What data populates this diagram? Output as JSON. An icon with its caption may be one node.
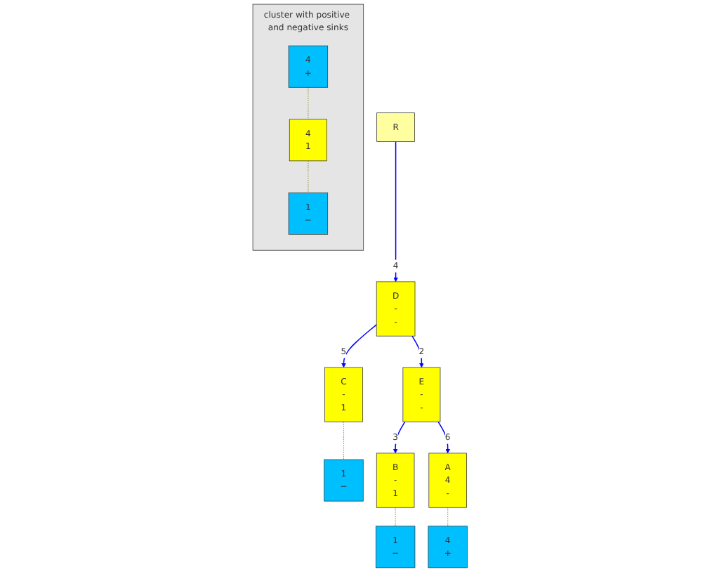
{
  "diagram": {
    "nodes": [
      {
        "text": [
          "R"
        ]
      },
      {
        "text": [
          "D",
          "-",
          "-"
        ]
      },
      {
        "text": [
          "C",
          "-",
          "1"
        ]
      },
      {
        "text": [
          "1",
          "−"
        ]
      },
      {
        "text": [
          "E",
          "-",
          "-"
        ]
      },
      {
        "text": [
          "B",
          "-",
          "1"
        ]
      },
      {
        "text": [
          "1",
          "−"
        ]
      },
      {
        "text": [
          "A",
          "4",
          "-"
        ]
      },
      {
        "text": [
          "4",
          "+"
        ]
      },
      {
        "text": [
          "cluster with positive and negative sinks"
        ]
      },
      {
        "text": [
          "4",
          "+"
        ],
        "in": 9
      },
      {
        "text": [
          "4",
          "1"
        ],
        "in": 9
      },
      {
        "text": [
          "1",
          "−"
        ],
        "in": 9
      }
    ],
    "edges": [
      {
        "from": 0,
        "to": 1,
        "arrow": "to",
        "label": "4"
      },
      {
        "from": 1,
        "to": 2,
        "arrow": "to",
        "label": "5"
      },
      {
        "from": 1,
        "to": 4,
        "arrow": "to",
        "label": "2"
      },
      {
        "from": 4,
        "to": 5,
        "arrow": "to",
        "label": "3"
      },
      {
        "from": 4,
        "to": 7,
        "arrow": "to",
        "label": "6"
      },
      {
        "from": 2,
        "to": 3,
        "arrow": "none",
        "style": "dashed",
        "color": "#a09a40"
      },
      {
        "from": 5,
        "to": 6,
        "arrow": "none",
        "style": "dashed",
        "color": "#a09a40"
      },
      {
        "from": 7,
        "to": 8,
        "arrow": "none",
        "style": "dashed",
        "color": "#a09a40"
      },
      {
        "from": 10,
        "to": 11,
        "arrow": "none",
        "style": "dashed",
        "color": "#a09a40"
      },
      {
        "from": 11,
        "to": 12,
        "arrow": "none",
        "style": "dashed",
        "color": "#a09a40"
      }
    ]
  }
}
